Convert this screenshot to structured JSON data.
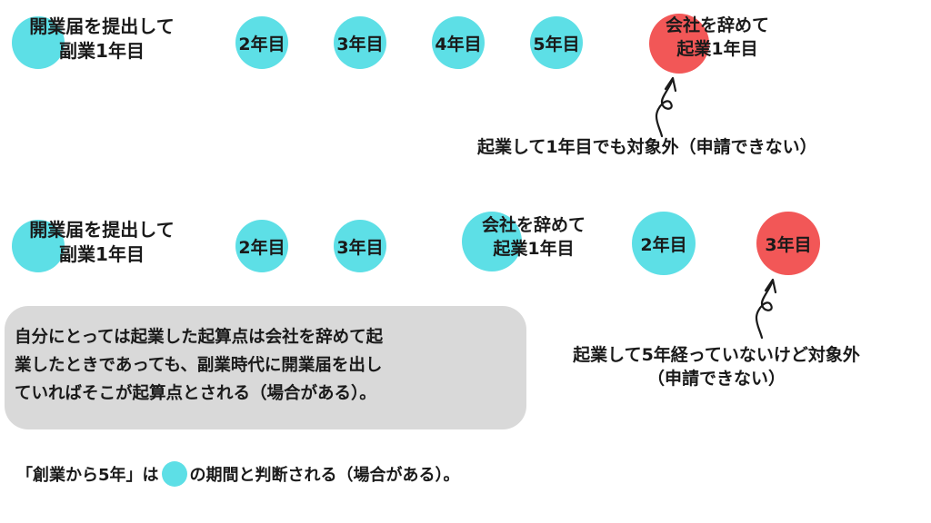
{
  "colors": {
    "cyan": "#5ddfe6",
    "red": "#f25757",
    "box": "#d9d9d9"
  },
  "row1": {
    "start": {
      "line1": "開業届を提出して",
      "line2": "副業1年目"
    },
    "years": [
      "2年目",
      "3年目",
      "4年目",
      "5年目"
    ],
    "quit": {
      "line1": "会社を辞めて",
      "line2": "起業1年目"
    },
    "note": "起業して1年目でも対象外（申請できない）"
  },
  "row2": {
    "start": {
      "line1": "開業届を提出して",
      "line2": "副業1年目"
    },
    "years": [
      "2年目",
      "3年目"
    ],
    "quit": {
      "line1": "会社を辞めて",
      "line2": "起業1年目"
    },
    "after": [
      "2年目",
      "3年目"
    ],
    "note": {
      "line1": "起業して5年経っていないけど対象外",
      "line2": "（申請できない）"
    }
  },
  "explanation": {
    "lines": [
      "自分にとっては起業した起算点は会社を辞めて起",
      "業したときであっても、副業時代に開業届を出し",
      "ていればそこが起算点とされる（場合がある）。"
    ]
  },
  "footer": {
    "before": "「創業から5年」は",
    "after": "の期間と判断される（場合がある）。"
  }
}
